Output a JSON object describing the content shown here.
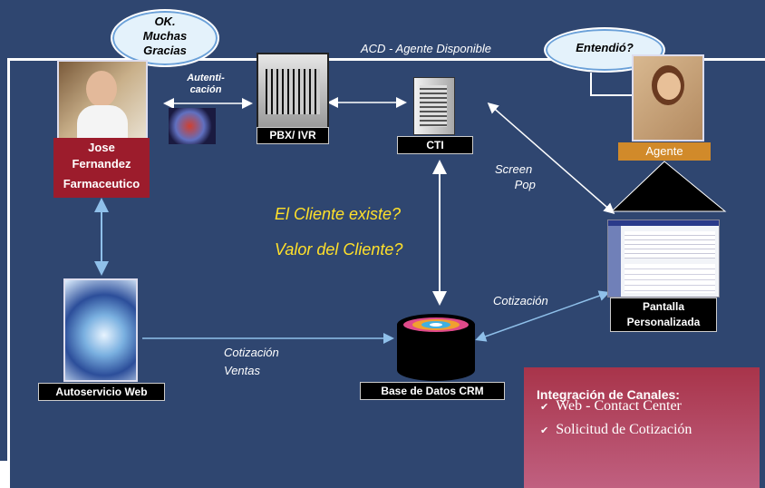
{
  "clouds": {
    "cliente": "OK.\nMuchas\nGracias",
    "agente": "Entendió?"
  },
  "labels": {
    "autenticacion": "Autenti-\ncación",
    "acd": "ACD - Agente Disponible",
    "screen_pop": "Screen\n      Pop",
    "cotizacion_right": "Cotización",
    "cotizacion_ventas": "Cotización\nVentas"
  },
  "questions": {
    "q1": "El Cliente existe?",
    "q2": "Valor del Cliente?"
  },
  "nodes": {
    "pbx": "PBX/ IVR",
    "cti": "CTI",
    "autoservicio": "Autoservicio Web",
    "crm": "Base de Datos CRM",
    "pantalla": "Pantalla\nPersonalizada",
    "agente": "Agente"
  },
  "customer": {
    "name": "Jose\nFernandez",
    "role": "Farmaceutico"
  },
  "integracion": {
    "title": "Integración de Canales:",
    "items": [
      "Web - Contact Center",
      "Solicitud de Cotización"
    ]
  },
  "colors": {
    "background": "#2f4670",
    "question_text": "#ffe02a",
    "customer_box": "#9c1c2c",
    "agente_box": "#d18a2a",
    "connector": "#8fc0ea"
  }
}
